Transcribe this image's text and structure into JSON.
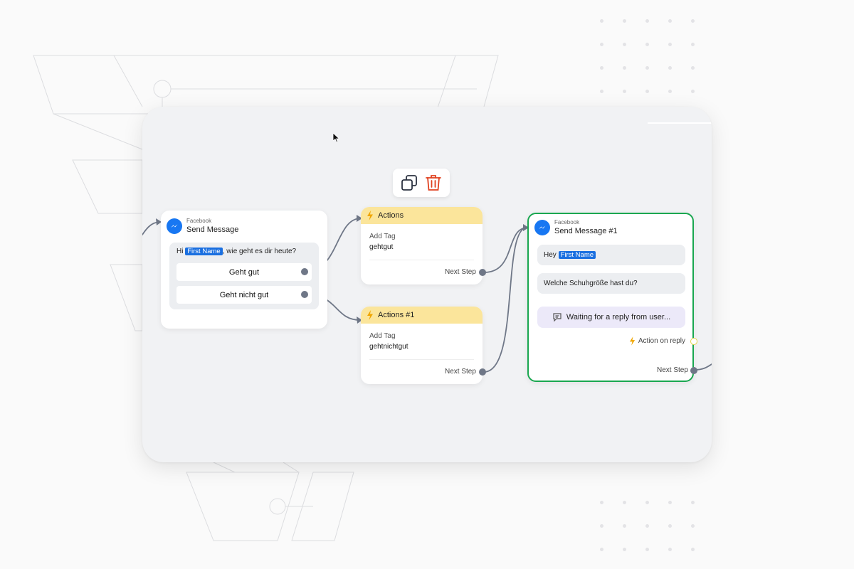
{
  "toolbar": {
    "icons": [
      "copy-icon",
      "trash-icon"
    ]
  },
  "node_send": {
    "platform": "Facebook",
    "title": "Send Message",
    "greeting_prefix": "Hi",
    "name_tag": "First Name",
    "greeting_suffix": ", wie geht es dir heute?",
    "buttons": [
      "Geht gut",
      "Geht nicht gut"
    ]
  },
  "node_actions": {
    "title": "Actions",
    "label": "Add Tag",
    "value": "gehtgut",
    "next": "Next Step"
  },
  "node_actions_1": {
    "title": "Actions #1",
    "label": "Add Tag",
    "value": "gehtnichtgut",
    "next": "Next Step"
  },
  "node_send_1": {
    "platform": "Facebook",
    "title": "Send Message #1",
    "msg1_prefix": "Hey",
    "msg1_tag": "First Name",
    "msg2": "Welche Schuhgröße hast du?",
    "waiting": "Waiting for a reply from user...",
    "action_on_reply": "Action on reply",
    "next": "Next Step"
  },
  "colors": {
    "facebook": "#1877f2",
    "action_header": "#fbe59b",
    "selected_border": "#1aa750",
    "tag_bg": "#1a6fe0",
    "trash": "#e0401f"
  }
}
